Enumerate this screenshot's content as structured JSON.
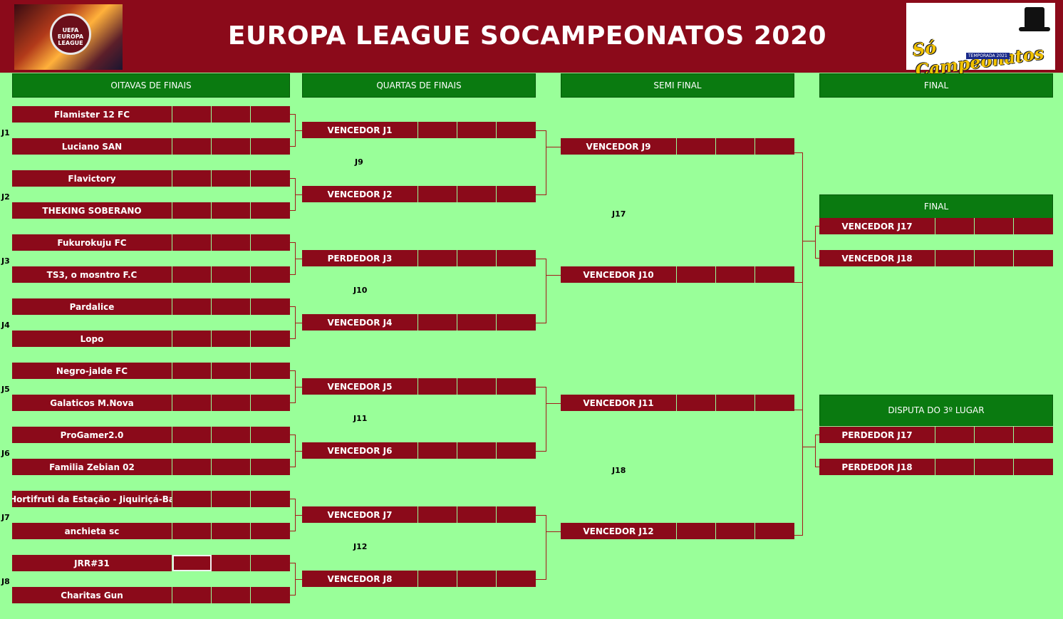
{
  "header": {
    "title": "EUROPA LEAGUE SOCAMPEONATOS 2020",
    "left_logo": {
      "icon": "europa-league-logo",
      "text": "UEFA EUROPA LEAGUE"
    },
    "right_logo": {
      "icon": "so-campeonatos-logo",
      "text": "Só Campeonatos",
      "season": "TEMPORADA 2021"
    }
  },
  "sections": {
    "round16": "OITAVAS DE FINAIS",
    "quarters": "QUARTAS DE FINAIS",
    "semi": "SEMI FINAL",
    "final_top": "FINAL",
    "final": "FINAL",
    "third": "DISPUTA DO 3º LUGAR"
  },
  "round16": [
    {
      "game": "J1",
      "home": "Flamister 12 FC",
      "away": "Luciano SAN"
    },
    {
      "game": "J2",
      "home": "Flavictory",
      "away": "THEKING SOBERANO"
    },
    {
      "game": "J3",
      "home": "Fukurokuju FC",
      "away": "TS3, o mosntro F.C"
    },
    {
      "game": "J4",
      "home": "Pardalice",
      "away": "Lopo"
    },
    {
      "game": "J5",
      "home": "Negro-jalde FC",
      "away": "Galaticos M.Nova"
    },
    {
      "game": "J6",
      "home": "ProGamer2.0",
      "away": "Familia Zebian 02"
    },
    {
      "game": "J7",
      "home": "Hortifruti da Estação - Jiquiriçá-Ba",
      "away": "anchieta sc"
    },
    {
      "game": "J8",
      "home": "JRR#31",
      "away": "Charitas Gun"
    }
  ],
  "quarters": [
    {
      "game": "J9",
      "home": "VENCEDOR J1",
      "away": "VENCEDOR J2"
    },
    {
      "game": "J10",
      "home": "PERDEDOR J3",
      "away": "VENCEDOR J4"
    },
    {
      "game": "J11",
      "home": "VENCEDOR J5",
      "away": "VENCEDOR J6"
    },
    {
      "game": "J12",
      "home": "VENCEDOR J7",
      "away": "VENCEDOR J8"
    }
  ],
  "semis": [
    {
      "game": "J17",
      "home": "VENCEDOR J9",
      "away": "VENCEDOR J10"
    },
    {
      "game": "J18",
      "home": "VENCEDOR J11",
      "away": "VENCEDOR J12"
    }
  ],
  "final": {
    "home": "VENCEDOR J17",
    "away": "VENCEDOR J18"
  },
  "third_place": {
    "home": "PERDEDOR J17",
    "away": "PERDEDOR J18"
  },
  "colors": {
    "team_bg": "#8b0a1a",
    "header_bg": "#0a7a10",
    "page_bg": "#99ff99"
  }
}
